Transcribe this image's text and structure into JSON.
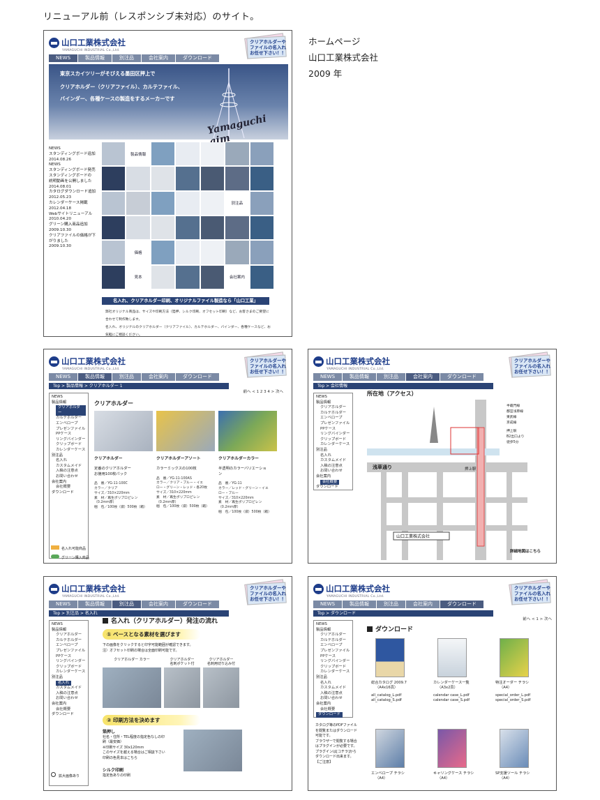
{
  "caption": "リニューアル前（レスポンシブ未対応）のサイト。",
  "info": {
    "type": "ホームページ",
    "company": "山口工業株式会社",
    "year": "2009 年"
  },
  "site": {
    "logo_name": "山口工業株式会社",
    "logo_sub": "YAMAGUCHI INDUSTRIAL Co.,Ltd.",
    "banner_lines": [
      "クリアホルダーや",
      "ファイルの名入れ",
      "お任せ下さい！！"
    ],
    "nav": [
      "NEWS",
      "製品情報",
      "別注品",
      "会社案内",
      "ダウンロード"
    ],
    "sidebar": {
      "top": "NEWS",
      "products": "製品情報",
      "product_items": [
        "クリアホルダー",
        "カルテホルダー",
        "エンベロープ",
        "プレゼンファイル",
        "PPケース",
        "リングバインダー",
        "クリップボード",
        "カレンダーケース"
      ],
      "custom": "別注品",
      "custom_items": [
        "名入れ",
        "カスタムメイド",
        "入稿の注意点",
        "お問い合わせ"
      ],
      "company": "会社案内",
      "company_items": [
        "会社概要"
      ],
      "download": "ダウンロード"
    }
  },
  "home": {
    "hero_lines": [
      "東京スカイツリーがそびえる墨田区押上で",
      "クリアホルダー（クリアファイル）、カルテファイル、",
      "バインダー、各種ケースの製造をするメーカーです"
    ],
    "hero_brand": "Yamaguchi aim",
    "news": [
      "NEWS",
      "スタンディングボード追加",
      "2014.08.26",
      "NEWS",
      "スタンディングボード発売",
      "スタンディングボードの",
      "説明動画を公開しました",
      "2014.08.01",
      "カタログダウンロード追加",
      "2012.05.23",
      "カレンダーケース掲載",
      "2012.04.18",
      "Webサイトリニューアル",
      "2010.04.20",
      "グリーン購入商品追加",
      "2009.10.30",
      "クリアファイルの価格が下",
      "がりました",
      "2009.10.30"
    ],
    "grid_labels": [
      "製品情報",
      "別注品",
      "価格",
      "見本",
      "会社案内"
    ],
    "strip": "名入れ、クリアホルダー印刷、オリジナルファイル製造なら「山口工業」",
    "para": [
      "弊社オリジナル商品は、サイズや印刷方法（箔押、シルク印刷、オフセット印刷）など、お客さまのご要望に",
      "合わせて制作致します。",
      "名入れ、オリジナルのクリアホルダー（クリアファイル）、カルテホルダー、バインダー、各種ケースなど、お",
      "気軽にご相談ください。"
    ]
  },
  "products": {
    "breadcrumb": "Top > 製品情報 > クリアホルダー 1",
    "pager": "前へ < 1 2 3 4 > 次へ",
    "title": "クリアホルダー",
    "cards": [
      {
        "name": "クリアホルダー",
        "desc": "定番のクリアホルダー",
        "desc2": "お徳用100枚パック",
        "spec": [
          "品　番／YG-11-100C",
          "カラー／クリア",
          "サイズ／310×220mm",
          "素　材／再生ポリプロピレン",
          "（0.2mm厚）",
          "梱　包／100枚（袋）500枚（箱）"
        ]
      },
      {
        "name": "クリアホルダーアソート",
        "desc": "カラーミックスの100枚",
        "desc2": "",
        "spec": [
          "品　番／YG-11-100AS",
          "カラー／クリア・ブルー・イエ",
          "ロー・グリーン・レッド・各20枚",
          "サイズ／310×220mm",
          "素　材／再生ポリプロピレン",
          "（0.2mm厚）",
          "梱　包／100枚（袋）500枚（箱）"
        ]
      },
      {
        "name": "クリアホルダーカラー",
        "desc": "半透明のカラーバリエーショ",
        "desc2": "ン",
        "spec": [
          "品　番／YG-11",
          "カラー／レッド・グリーン・イエ",
          "ロー・ブルー",
          "サイズ／310×220mm",
          "素　材／再生ポリプロピレン",
          "（0.2mm厚）",
          "梱　包／100枚（袋）500枚（箱）"
        ]
      }
    ],
    "legend": [
      "名入れ可能商品",
      "グリーン購入商品"
    ]
  },
  "access": {
    "breadcrumb": "Top > 会社情報",
    "title": "所在地（アクセス）",
    "legend": [
      "半蔵門線",
      "都営浅草線",
      "東武線",
      "京成線",
      "押上駅",
      "B2出口より",
      "徒歩5分"
    ],
    "street": "浅草通り",
    "station": "押上駅",
    "company": "山口工業株式会社",
    "detail_link": "詳細地図はこちら"
  },
  "order": {
    "breadcrumb": "Top > 別注品 > 名入れ",
    "title": "名入れ（クリアホルダー）発注の流れ",
    "step1": "① ベースとなる素材を選びます",
    "step1_text": [
      "下の画像をクリックすると印字可能範囲が確認できます。",
      "注）オフセット印刷の場合は全面印刷可能です。"
    ],
    "samples": [
      "クリアホルダー カラー",
      "クリアホルダー\n名刺ポケット付",
      "クリアホルダー\n名刺用切り込み付"
    ],
    "step2": "② 印刷方法を決めます",
    "m1": "箔押し",
    "m1_text": [
      "社名・住所・TEL程度の指定色なしの印",
      "刷（最安価）",
      "※印刷サイズ 30x120mm",
      "このサイズを越える場合はご相談下さい",
      "印刷の色見本はこちら"
    ],
    "m2": "シルク印刷",
    "m2_text": "指定色ありの印刷",
    "zoom": "拡大画像あり"
  },
  "download": {
    "breadcrumb": "Top > ダウンロード",
    "pager": "前へ < 1 > 次へ",
    "title": "ダウンロード",
    "items": [
      {
        "name": "総合カタログ 2009.7",
        "sub": "（A4x16頁）",
        "files": [
          "all_catalog_L.pdf",
          "all_catalog_S.pdf"
        ]
      },
      {
        "name": "カレンダーケース一覧",
        "sub": "（A3x2頁）",
        "files": [
          "calendar case_L.pdf",
          "calendar case_S.pdf"
        ]
      },
      {
        "name": "特注オーダー チラシ",
        "sub": "（A4）",
        "files": [
          "special_order_L.pdf",
          "special_order_S.pdf"
        ]
      },
      {
        "name": "エンベロープ チラシ",
        "sub": "（A4）",
        "files": []
      },
      {
        "name": "キャリングケース チラシ",
        "sub": "（A4）",
        "files": []
      },
      {
        "name": "SP支援ツール チラシ",
        "sub": "（A4）",
        "files": []
      }
    ],
    "note": [
      "カタログ等のPDFファイル",
      "を閲覧またはダウンロード",
      "可能です。",
      "ブラウザーで閲覧する場合",
      "はプラグインが必要です。",
      "プラグインは[コチラ]から",
      "ダウンロード出来ます。",
      "",
      "【ご注意】"
    ]
  }
}
